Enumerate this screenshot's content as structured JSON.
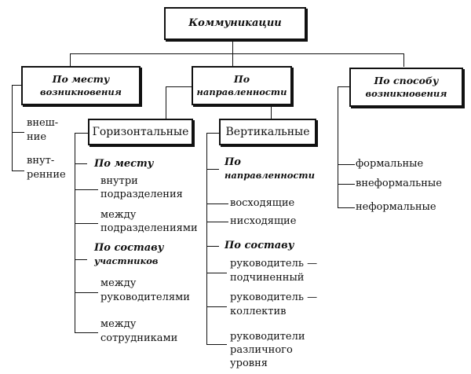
{
  "root": {
    "label": "Коммуникации"
  },
  "categories": [
    {
      "label_line1": "По месту",
      "label_line2": "возникновения",
      "items": [
        {
          "line1": "внеш-",
          "line2": "ние"
        },
        {
          "line1": "внут-",
          "line2": "ренние"
        }
      ]
    },
    {
      "label_line1": "По",
      "label_line2": "направленности",
      "subgroups": [
        {
          "label": "Горизонтальные",
          "sections": [
            {
              "heading": "По месту",
              "items": [
                {
                  "line1": "внутри",
                  "line2": "подразделения"
                },
                {
                  "line1": "между",
                  "line2": "подразделениями"
                }
              ]
            },
            {
              "heading_line1": "По составу",
              "heading_line2": "участников",
              "items": [
                {
                  "line1": "между",
                  "line2": "руководителями"
                },
                {
                  "line1": "между",
                  "line2": "сотрудниками"
                }
              ]
            }
          ]
        },
        {
          "label": "Вертикальные",
          "sections": [
            {
              "heading_line1": "По",
              "heading_line2": "направленности",
              "items": [
                {
                  "line1": "восходящие"
                },
                {
                  "line1": "нисходящие"
                }
              ]
            },
            {
              "heading": "По составу",
              "items": [
                {
                  "line1": "руководитель —",
                  "line2": "подчиненный"
                },
                {
                  "line1": "руководитель —",
                  "line2": "коллектив"
                },
                {
                  "line1": "руководители",
                  "line2": "различного",
                  "line3": "уровня"
                }
              ]
            }
          ]
        }
      ]
    },
    {
      "label_line1": "По способу",
      "label_line2": "возникновения",
      "items": [
        {
          "line1": "формальные"
        },
        {
          "line1": "внеформальные"
        },
        {
          "line1": "неформальные"
        }
      ]
    }
  ]
}
